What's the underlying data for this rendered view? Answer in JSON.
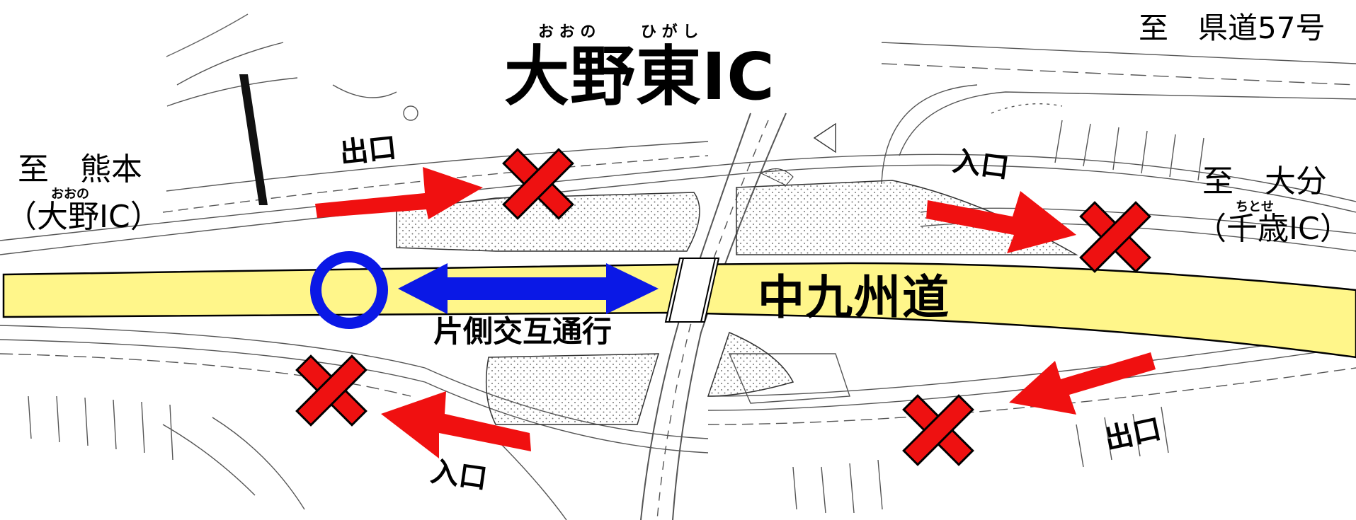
{
  "title": {
    "main": "大野東IC",
    "reading_1": "お お の",
    "reading_2": "ひ が し"
  },
  "road_name": "中九州道",
  "lane_status": "片側交互通行",
  "destinations": {
    "top_right": "至　県道57号",
    "left_line1": "至　熊本",
    "left_reading": "おおの",
    "left_line2": "（大野IC）",
    "right_line1": "至　大分",
    "right_reading": "ちとせ",
    "right_line2": "（千歳IC）"
  },
  "ramp_labels": {
    "top_left_exit": "出口",
    "top_right_entrance": "入口",
    "bottom_left_entrance": "入口",
    "bottom_right_exit": "出口"
  },
  "markers": {
    "open_symbol": "blue-circle",
    "closed_symbol": "red-x",
    "closed_count": 4
  },
  "colors": {
    "highway_fill": "#fff68a",
    "arrow_red": "#f01010",
    "arrow_blue": "#0a18e6",
    "circle_blue": "#0a18e6",
    "cross_red": "#ee1111"
  }
}
